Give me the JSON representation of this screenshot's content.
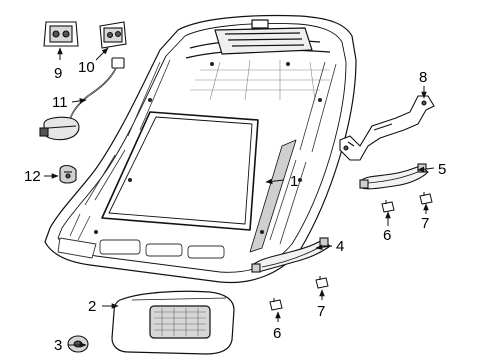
{
  "colors": {
    "line": "#111111",
    "fill": "#ffffff",
    "shade": "#bdbdbd",
    "dark": "#555555"
  },
  "parts": [
    {
      "id": "headliner",
      "callout": "1",
      "icon": "headliner-panel-icon"
    },
    {
      "id": "sun-visor",
      "callout": "2",
      "icon": "sun-visor-icon"
    },
    {
      "id": "visor-clip",
      "callout": "3",
      "icon": "visor-clip-icon"
    },
    {
      "id": "grab-handle-rear",
      "callout": "4",
      "icon": "grab-handle-icon"
    },
    {
      "id": "grab-handle-front",
      "callout": "5",
      "icon": "grab-handle-icon"
    },
    {
      "id": "handle-clip-a",
      "callout": "6",
      "icon": "clip-icon"
    },
    {
      "id": "handle-clip-b",
      "callout": "7",
      "icon": "clip-icon"
    },
    {
      "id": "bracket",
      "callout": "8",
      "icon": "bracket-icon"
    },
    {
      "id": "dome-lamp",
      "callout": "9",
      "icon": "dome-lamp-icon"
    },
    {
      "id": "map-lamp",
      "callout": "10",
      "icon": "map-lamp-icon"
    },
    {
      "id": "wire-harness",
      "callout": "11",
      "icon": "wire-harness-icon"
    },
    {
      "id": "courtesy-lamp",
      "callout": "12",
      "icon": "courtesy-lamp-icon"
    }
  ],
  "callouts": {
    "c1": "1",
    "c2": "2",
    "c3": "3",
    "c4": "4",
    "c5": "5",
    "c6a": "6",
    "c6b": "6",
    "c7a": "7",
    "c7b": "7",
    "c8": "8",
    "c9": "9",
    "c10": "10",
    "c11": "11",
    "c12": "12"
  }
}
